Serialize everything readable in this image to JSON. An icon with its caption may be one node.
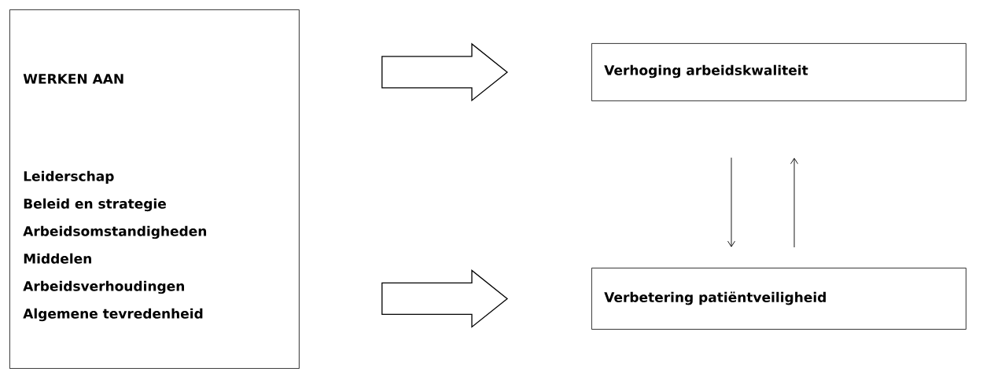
{
  "diagram": {
    "nodes": [
      {
        "text": [
          "WERKEN AAN",
          "Leiderschap",
          "Beleid en strategie",
          "Arbeidsomstandigheden",
          "Middelen",
          "Arbeidsverhoudingen",
          "Algemene tevredenheid"
        ]
      },
      {
        "text": [
          "Verhoging arbeidskwaliteit"
        ]
      },
      {
        "text": [
          "Verbetering patiëntveiligheid"
        ]
      }
    ],
    "edges": [
      {
        "from": 0,
        "to": 1,
        "arrow": "to"
      },
      {
        "from": 0,
        "to": 2,
        "arrow": "to"
      },
      {
        "from": 1,
        "to": 2,
        "arrow": "to"
      },
      {
        "from": 2,
        "to": 1,
        "arrow": "to"
      }
    ]
  }
}
